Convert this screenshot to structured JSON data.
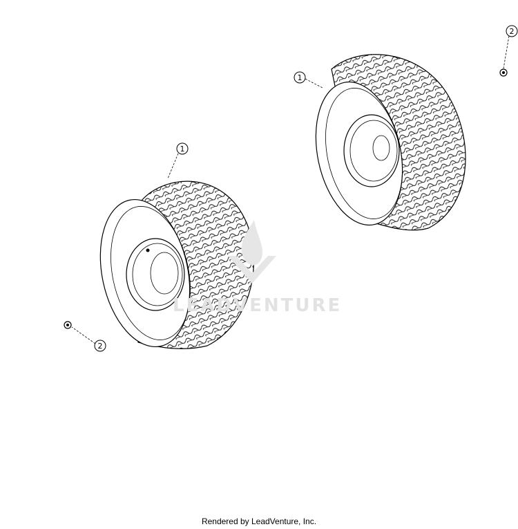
{
  "diagram": {
    "callouts": [
      {
        "label": "1",
        "part": "tire-wheel-assembly-left"
      },
      {
        "label": "1",
        "part": "tire-wheel-assembly-right"
      },
      {
        "label": "2",
        "part": "screw-right"
      },
      {
        "label": "2",
        "part": "screw-left"
      }
    ],
    "watermark": "LEADVENTURE",
    "line_color": "#000000",
    "watermark_color": "#e2e2e2"
  },
  "footer": {
    "text": "Rendered by LeadVenture, Inc."
  }
}
